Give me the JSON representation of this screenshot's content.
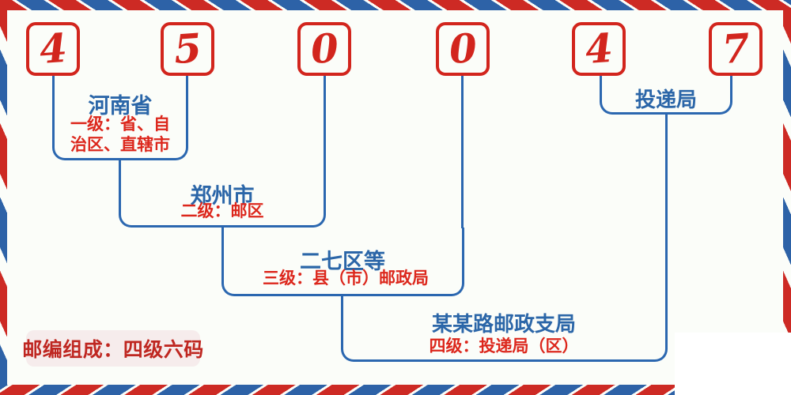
{
  "postal_code": {
    "digits": [
      "4",
      "5",
      "0",
      "0",
      "4",
      "7"
    ]
  },
  "labels": {
    "province_name": "河南省",
    "province_desc_1": "一级：省、自",
    "province_desc_2": "治区、直辖市",
    "city_name": "郑州市",
    "city_desc": "二级：邮区",
    "district_name": "二七区等",
    "district_desc": "三级：县（市）邮政局",
    "branch_name": "某某路邮政支局",
    "branch_desc": "四级：投递局（区）",
    "delivery_name": "投递局"
  },
  "badge": {
    "label": "邮编组成：四级六码"
  },
  "colors": {
    "digit_red": "#d2251d",
    "connector_blue": "#2b67b0",
    "title_blue": "#2b66a8",
    "desc_red": "#dc271c",
    "stripe_red": "#cd2a24",
    "stripe_blue": "#2d62a7",
    "background": "#fbfdf9",
    "badge_background": "#f6ecec",
    "badge_text": "#bf2721"
  }
}
